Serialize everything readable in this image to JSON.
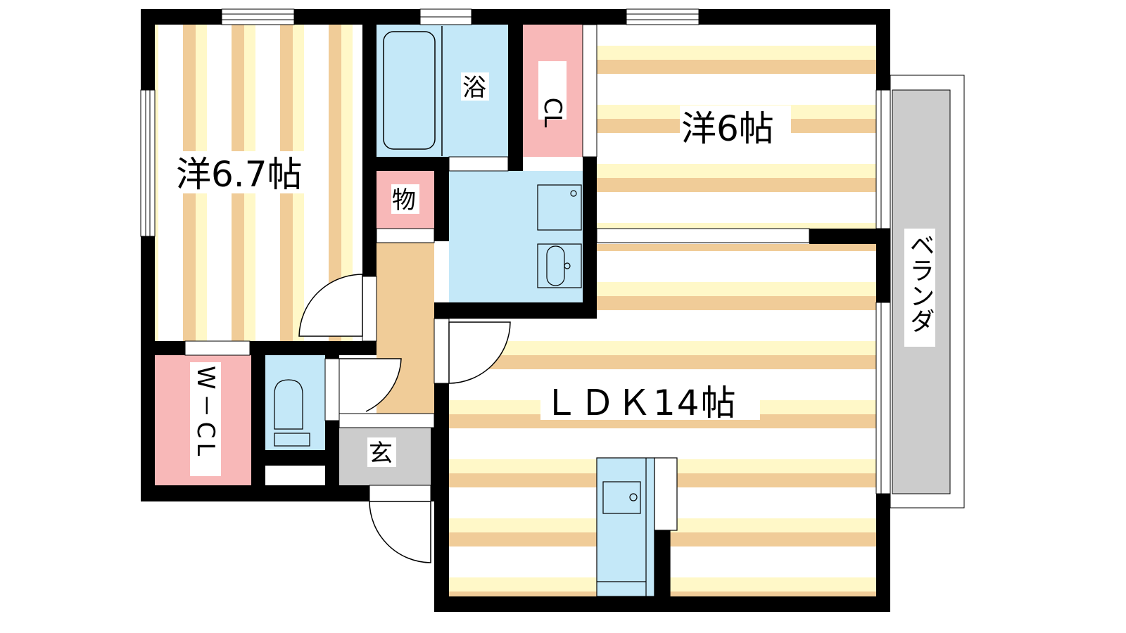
{
  "floorplan": {
    "rooms": {
      "western_left": "洋6.7帖",
      "western_right": "洋6帖",
      "ldk": "ＬＤＫ14帖",
      "bath": "浴",
      "closet": "CL",
      "storage": "物",
      "walk_in_closet": "W－CL",
      "entrance": "玄",
      "veranda": "ベランダ"
    },
    "colors": {
      "wall": "#000000",
      "floor_tan": "#f0cc98",
      "floor_yellow": "#fff8c8",
      "wet_area": "#c4e8f8",
      "closet": "#f8b8b8",
      "entrance": "#cccccc",
      "veranda": "#cccccc"
    }
  }
}
